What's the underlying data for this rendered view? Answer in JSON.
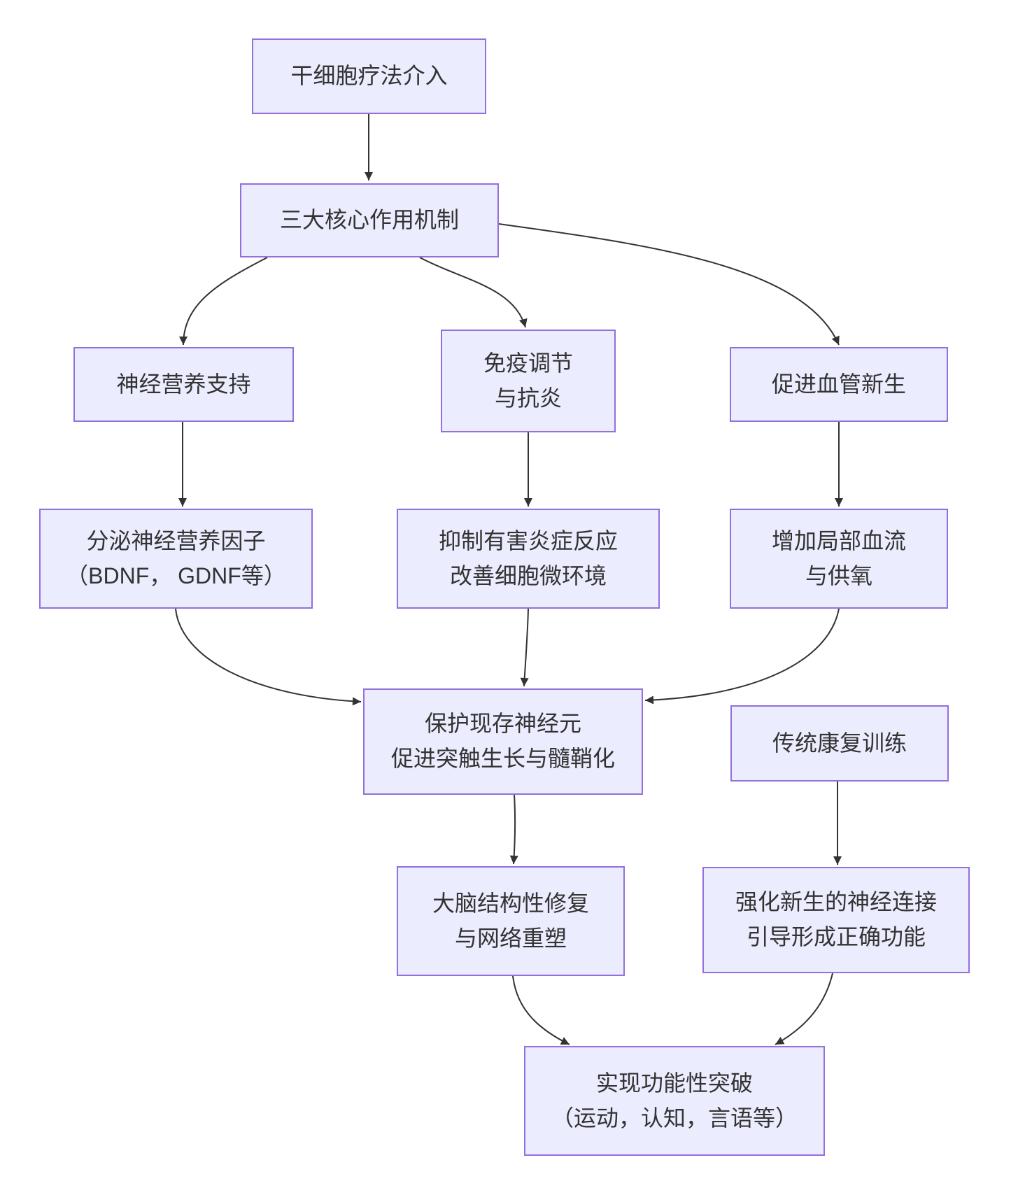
{
  "diagram": {
    "type": "flowchart",
    "colors": {
      "node_fill": "#ECECFF",
      "node_border": "#9370DB",
      "edge": "#333333",
      "text": "#333333",
      "background": "#FFFFFF"
    },
    "nodes": {
      "stem_cell_therapy": {
        "lines": [
          "干细胞疗法介入"
        ]
      },
      "core_mechanisms": {
        "lines": [
          "三大核心作用机制"
        ]
      },
      "neurotrophic_support": {
        "lines": [
          "神经营养支持"
        ]
      },
      "immune_modulation": {
        "lines": [
          "免疫调节",
          "与抗炎"
        ]
      },
      "angiogenesis": {
        "lines": [
          "促进血管新生"
        ]
      },
      "secrete_neurotrophic_factors": {
        "lines": [
          "分泌神经营养因子",
          "（BDNF， GDNF等）"
        ]
      },
      "suppress_inflammation": {
        "lines": [
          "抑制有害炎症反应",
          "改善细胞微环境"
        ]
      },
      "increase_blood_flow": {
        "lines": [
          "增加局部血流",
          "与供氧"
        ]
      },
      "protect_neurons": {
        "lines": [
          "保护现存神经元",
          "促进突触生长与髓鞘化"
        ]
      },
      "traditional_rehab": {
        "lines": [
          "传统康复训练"
        ]
      },
      "structural_repair": {
        "lines": [
          "大脑结构性修复",
          "与网络重塑"
        ]
      },
      "strengthen_connections": {
        "lines": [
          "强化新生的神经连接",
          "引导形成正确功能"
        ]
      },
      "functional_breakthrough": {
        "lines": [
          "实现功能性突破",
          "（运动，认知，言语等）"
        ]
      }
    },
    "edges": [
      {
        "from": "stem_cell_therapy",
        "to": "core_mechanisms"
      },
      {
        "from": "core_mechanisms",
        "to": "neurotrophic_support"
      },
      {
        "from": "core_mechanisms",
        "to": "immune_modulation"
      },
      {
        "from": "core_mechanisms",
        "to": "angiogenesis"
      },
      {
        "from": "neurotrophic_support",
        "to": "secrete_neurotrophic_factors"
      },
      {
        "from": "immune_modulation",
        "to": "suppress_inflammation"
      },
      {
        "from": "angiogenesis",
        "to": "increase_blood_flow"
      },
      {
        "from": "secrete_neurotrophic_factors",
        "to": "protect_neurons"
      },
      {
        "from": "suppress_inflammation",
        "to": "protect_neurons"
      },
      {
        "from": "increase_blood_flow",
        "to": "protect_neurons"
      },
      {
        "from": "protect_neurons",
        "to": "structural_repair"
      },
      {
        "from": "traditional_rehab",
        "to": "strengthen_connections"
      },
      {
        "from": "structural_repair",
        "to": "functional_breakthrough"
      },
      {
        "from": "strengthen_connections",
        "to": "functional_breakthrough"
      }
    ]
  }
}
